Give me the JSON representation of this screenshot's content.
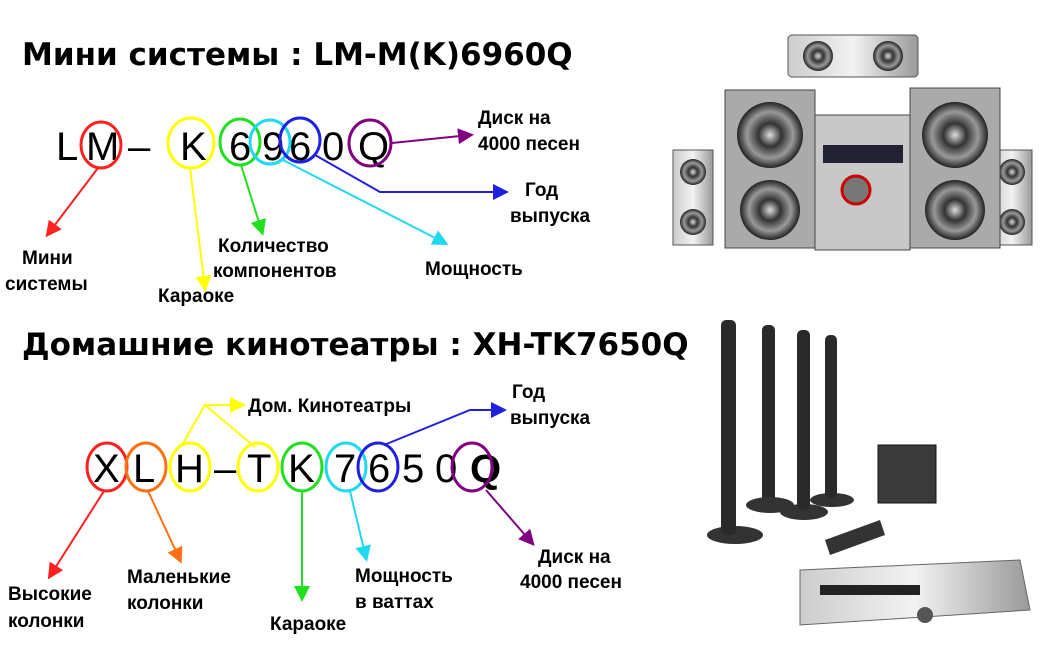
{
  "mini": {
    "title": "Мини системы : LM-M(K)6960Q",
    "code": [
      "L",
      "M",
      "–",
      "K",
      "6",
      "9",
      "6",
      "0",
      "Q"
    ],
    "labels": {
      "disc_1": "Диск на",
      "disc_2": "4000 песен",
      "year_1": "Год",
      "year_2": "выпуска",
      "components_1": "Количество",
      "components_2": "компонентов",
      "power": "Мощность",
      "mini_1": "Мини",
      "mini_2": "системы",
      "karaoke": "Караоке"
    }
  },
  "home": {
    "title": "Домашние кинотеатры : XH-TK7650Q",
    "code": [
      "X",
      "L",
      "H",
      "–",
      "T",
      "K",
      "7",
      "6",
      "5",
      "0",
      "Q"
    ],
    "labels": {
      "home_theater": "Дом. Кинотеатры",
      "year_1": "Год",
      "year_2": "выпуска",
      "tall_1": "Высокие",
      "tall_2": "колонки",
      "small_1": "Маленькие",
      "small_2": "колонки",
      "karaoke": "Караоке",
      "power_1": "Мощность",
      "power_2": "в ваттах",
      "disc_1": "Диск на",
      "disc_2": "4000 песен"
    }
  },
  "colors": {
    "red": "#ff2020",
    "yellow": "#ffff00",
    "green": "#20e020",
    "cyan": "#20d8f0",
    "blue": "#2020e0",
    "purple": "#800080",
    "orange": "#ff7010"
  }
}
